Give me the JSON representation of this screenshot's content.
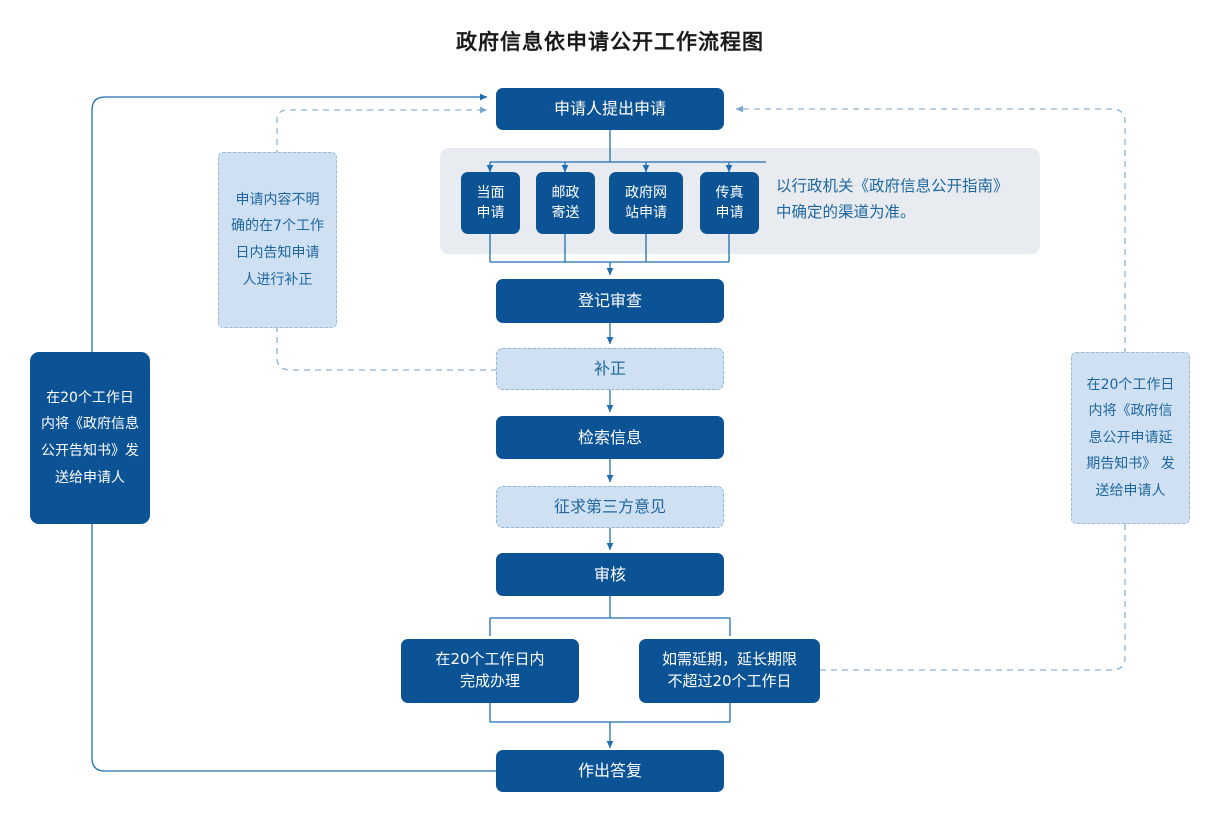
{
  "title": "政府信息依申请公开工作流程图",
  "colors": {
    "primary_dark_blue": "#0b5394",
    "light_blue_fill": "#cfe0f2",
    "light_blue_text": "#20679e",
    "gray_panel": "#e8ecf1",
    "connector_line": "#1f6eb0",
    "dashed_line": "#8fb4d4"
  },
  "flow": {
    "start": "申请人提出申请",
    "channels": [
      "当面\n申请",
      "邮政\n寄送",
      "政府网\n站申请",
      "传真\n申请"
    ],
    "channels_plain": {
      "c1_line1": "当面",
      "c1_line2": "申请",
      "c2_line1": "邮政",
      "c2_line2": "寄送",
      "c3_line1": "政府网",
      "c3_line2": "站申请",
      "c4_line1": "传真",
      "c4_line2": "申请"
    },
    "channel_note_line1": "以行政机关《政府信息公开指南》",
    "channel_note_line2": "中确定的渠道为准。",
    "register_review": "登记审查",
    "supplement": "补正",
    "retrieve_info": "检索信息",
    "third_party_opinion": "征求第三方意见",
    "audit": "审核",
    "complete_in_20_days_line1": "在20个工作日内",
    "complete_in_20_days_line2": "完成办理",
    "extension_line1": "如需延期，延长期限",
    "extension_line2": "不超过20个工作日",
    "reply": "作出答复"
  },
  "annotations": {
    "left_dashed_note": "申请内容不明确的在7个工作日内告知申请人进行补正",
    "left_dark_note": "在20个工作日内将《政府信息公开告知书》发送给申请人",
    "right_dashed_note": "在20个工作日内将《政府信息公开申请延期告知书》 发送给申请人"
  }
}
